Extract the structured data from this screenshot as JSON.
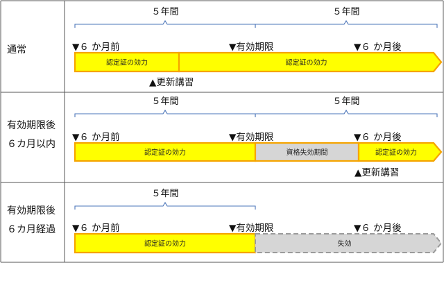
{
  "colors": {
    "grid": "#555555",
    "brace": "#4a74b8",
    "valid_fill": "#ffff00",
    "valid_stroke": "#f5a400",
    "lapsed_fill": "#d6d6d6",
    "lapsed_stroke": "#f5a400",
    "expired_fill": "#d6d6d6",
    "expired_stroke": "#9a9a9a"
  },
  "rows": [
    {
      "label_lines": [
        "通常"
      ],
      "periods": [
        {
          "label": "５年間"
        },
        {
          "label": "５年間"
        }
      ],
      "markers": [
        "▼６ か月前",
        "▼有効期限",
        "▼６ か月後"
      ],
      "bars": [
        {
          "label": "認定証の効力",
          "style": "valid"
        },
        {
          "label": "認定証の効力",
          "style": "valid"
        }
      ],
      "renewal": "▲更新講習"
    },
    {
      "label_lines": [
        "有効期限後",
        "６カ月以内"
      ],
      "periods": [
        {
          "label": "５年間"
        },
        {
          "label": "５年間"
        }
      ],
      "markers": [
        "▼６ か月前",
        "▼有効期限",
        "▼６ か月後"
      ],
      "bars": [
        {
          "label": "認定証の効力",
          "style": "valid"
        },
        {
          "label": "資格失効期間",
          "style": "lapsed"
        },
        {
          "label": "認定証の効力",
          "style": "valid"
        }
      ],
      "renewal": "▲更新講習"
    },
    {
      "label_lines": [
        "有効期限後",
        "６カ月経過"
      ],
      "periods": [
        {
          "label": "５年間"
        }
      ],
      "markers": [
        "▼６ か月前",
        "▼有効期限",
        "▼６ か月後"
      ],
      "bars": [
        {
          "label": "認定証の効力",
          "style": "valid"
        },
        {
          "label": "失効",
          "style": "expired"
        }
      ],
      "renewal": ""
    }
  ]
}
